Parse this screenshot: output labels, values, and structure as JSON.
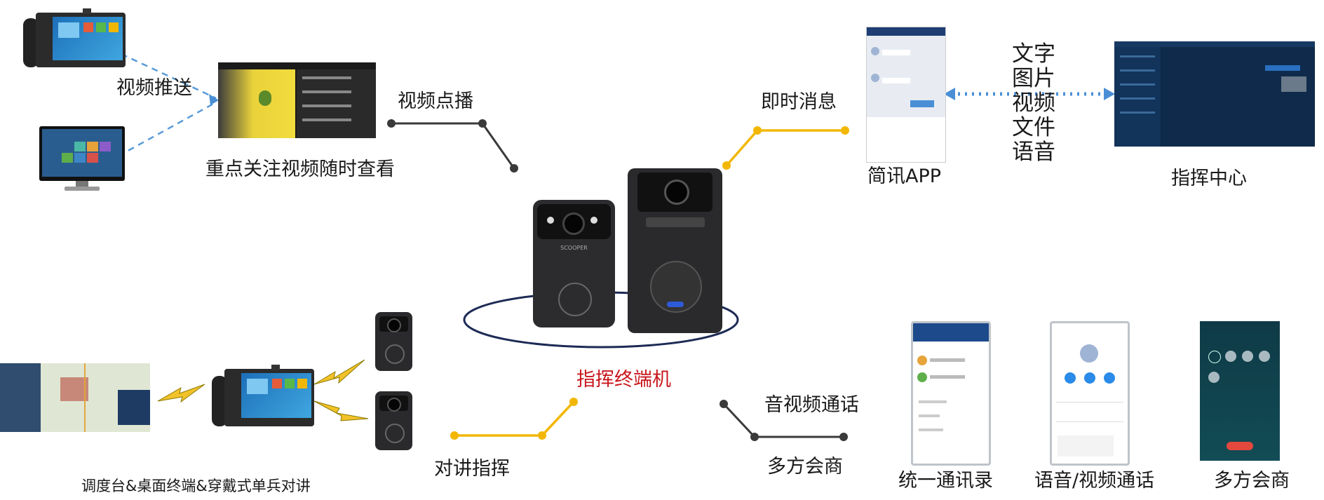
{
  "labels": {
    "video_push": "视频推送",
    "video_vod": "视频点播",
    "key_video": "重点关注视频随时查看",
    "instant_msg": "即时消息",
    "jianxun_app": "简讯APP",
    "command_center": "指挥中心",
    "terminal": "指挥终端机",
    "intercom": "对讲指挥",
    "av_call": "音视频通话",
    "multi_party": "多方会商",
    "dispatch_desc": "调度台&桌面终端&穿戴式单兵对讲",
    "unified_contacts": "统一通讯录",
    "voice_video_call": "语音/视频通话",
    "multi_party_2": "多方会商"
  },
  "msg_types": [
    "文字",
    "图片",
    "视频",
    "文件",
    "语音"
  ],
  "device_brand": "SCOOPER",
  "colors": {
    "accent_yellow": "#f2b705",
    "connector_gray": "#3a3a3a",
    "arrow_blue": "#4a8fd6",
    "dashed_blue": "#5a9bd8",
    "terminal_red": "#c8161d",
    "dark_screen": "#0f2a4a"
  }
}
